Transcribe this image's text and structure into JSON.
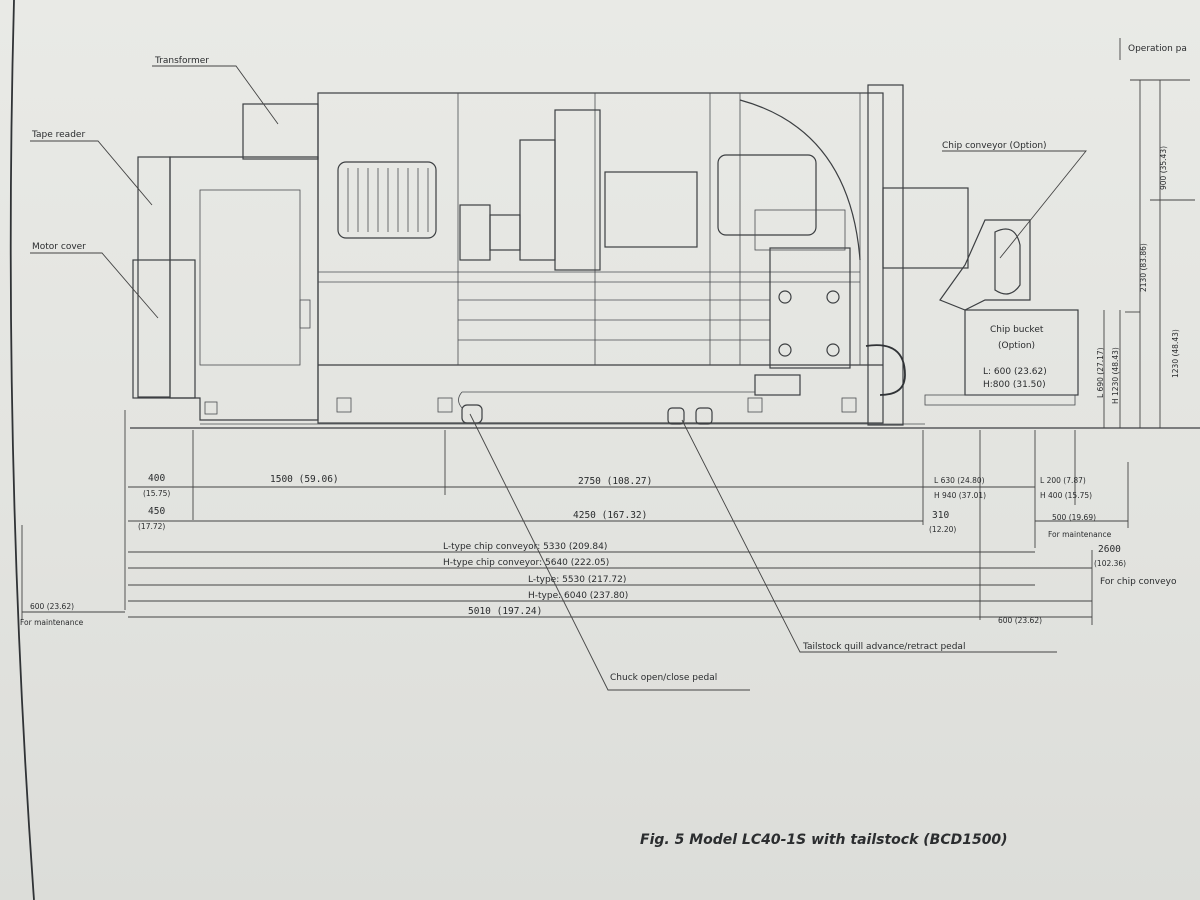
{
  "header": {
    "operation_panel": "Operation pa"
  },
  "callouts": {
    "transformer": "Transformer",
    "tape_reader": "Tape reader",
    "motor_cover": "Motor cover",
    "chip_conveyor": "Chip conveyor (Option)",
    "chip_bucket_1": "Chip bucket",
    "chip_bucket_2": "(Option)",
    "bucket_l": "L: 600 (23.62)",
    "bucket_h": "H:800 (31.50)",
    "tailstock_pedal": "Tailstock quill advance/retract pedal",
    "chuck_pedal": "Chuck open/close pedal"
  },
  "dimensions": {
    "d400": "400",
    "d400_in": "(15.75)",
    "d1500": "1500 (59.06)",
    "d2750": "2750 (108.27)",
    "dL630": "L 630 (24.80)",
    "dH940": "H 940 (37.01)",
    "dL200": "L 200 (7.87)",
    "dH400": "H 400 (15.75)",
    "d450": "450",
    "d450_in": "(17.72)",
    "d4250": "4250 (167.32)",
    "d310": "310",
    "d310_in": "(12.20)",
    "d500": "500 (19.69)",
    "for_maintenance_r": "For maintenance",
    "d2600": "2600",
    "d2600_in": "(102.36)",
    "for_chip_conveyor": "For chip conveyo",
    "l_chip": "L-type chip conveyor: 5330 (209.84)",
    "h_chip": "H-type chip conveyor: 5640 (222.05)",
    "l_type": "L-type: 5530 (217.72)",
    "h_type": "H-type: 6040 (237.80)",
    "d5010": "5010 (197.24)",
    "d600_left": "600 (23.62)",
    "for_maintenance_l": "For maintenance",
    "d600_right": "600 (23.62)",
    "v900": "900 (35.43)",
    "v2130": "2130 (83.86)",
    "v1230": "1230 (48.43)",
    "vL690": "L 690 (27.17)",
    "vH1230": "H 1230 (48.43)"
  },
  "caption": "Fig. 5  Model LC40-1S with tailstock (BCD1500)"
}
